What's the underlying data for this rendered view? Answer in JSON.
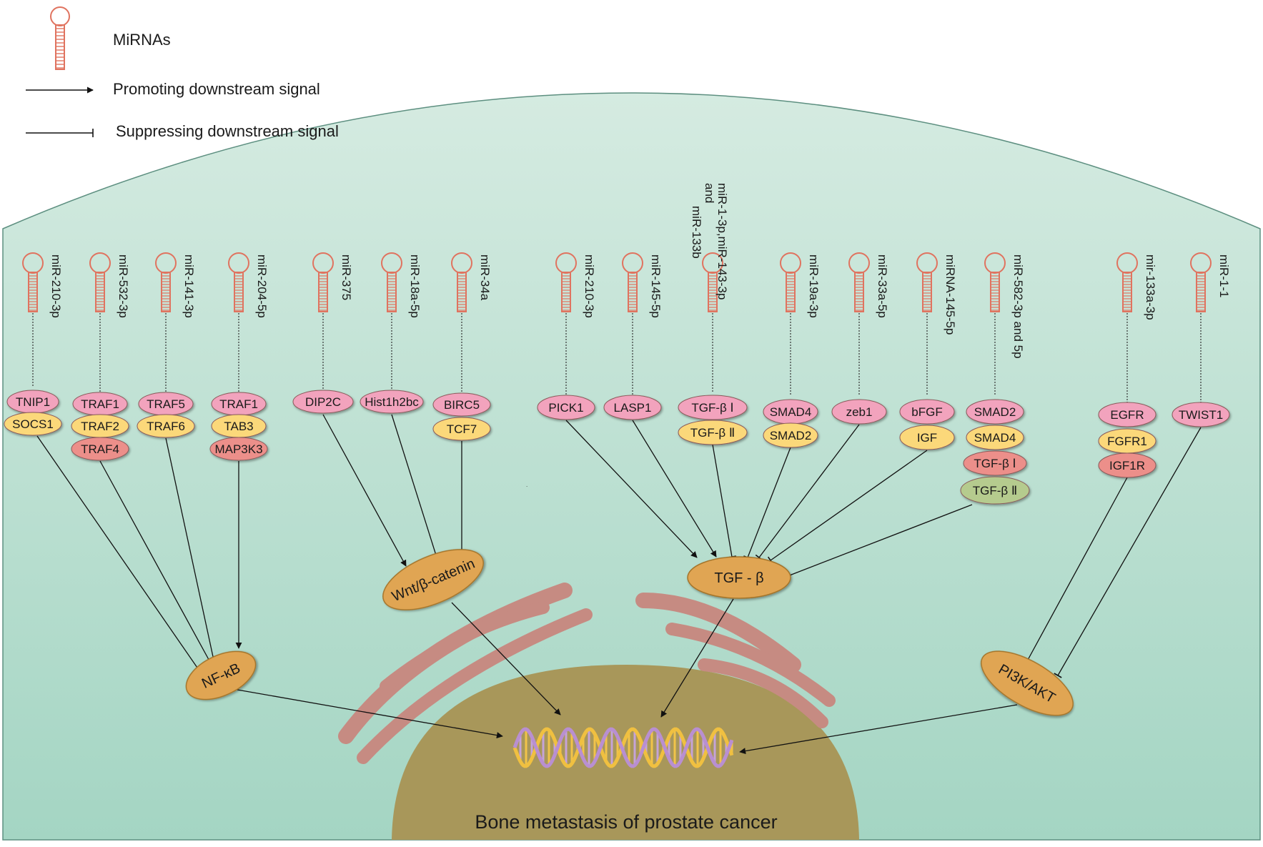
{
  "legend": {
    "mirna": "MiRNAs",
    "promote": "Promoting downstream signal",
    "suppress": "Suppressing downstream signal"
  },
  "colors": {
    "cell_top": "#d5ebe1",
    "cell_bottom": "#a4d5c3",
    "nucleus": "#a8975a",
    "pathway": "#e0a552",
    "pink": "#f2a3bd",
    "yellow": "#fbd87a",
    "red": "#ec8f8a",
    "green": "#b5cb8e",
    "hairpin": "#e0735f",
    "er": "#e9b5ac"
  },
  "nucleus_label": "Bone metastasis of prostate cancer",
  "pathways": [
    {
      "id": "nfkb",
      "label": "NF-κB"
    },
    {
      "id": "wnt",
      "label": "Wnt/β-catenin"
    },
    {
      "id": "tgfb",
      "label": "TGF - β"
    },
    {
      "id": "pi3k",
      "label": "PI3K/AKT"
    }
  ],
  "mirnas": [
    {
      "id": "m1",
      "label": "miR-210-3p"
    },
    {
      "id": "m2",
      "label": "miR-532-3p"
    },
    {
      "id": "m3",
      "label": "miR-141-3p"
    },
    {
      "id": "m4",
      "label": "miR-204-5p"
    },
    {
      "id": "m5",
      "label": "miR-375"
    },
    {
      "id": "m6",
      "label": "miR-18a-5p"
    },
    {
      "id": "m7",
      "label": "miR-34a"
    },
    {
      "id": "m8",
      "label": "miR-210-3p"
    },
    {
      "id": "m9",
      "label": "miR-145-5p"
    },
    {
      "id": "m10",
      "label": "miR-1-3p,miR-143-3p and miR-133b"
    },
    {
      "id": "m11",
      "label": "miR-19a-3p"
    },
    {
      "id": "m12",
      "label": "miR-33a-5p"
    },
    {
      "id": "m13",
      "label": "miRNA-145-5p"
    },
    {
      "id": "m14",
      "label": "miR-582-3p and 5p"
    },
    {
      "id": "m15",
      "label": "mir-133a-3p"
    },
    {
      "id": "m16",
      "label": "miR-1-1"
    }
  ],
  "targets": [
    {
      "label": "TNIP1",
      "color": "pink"
    },
    {
      "label": "SOCS1",
      "color": "yellow"
    },
    {
      "label": "TRAF1",
      "color": "pink"
    },
    {
      "label": "TRAF2",
      "color": "yellow"
    },
    {
      "label": "TRAF4",
      "color": "red"
    },
    {
      "label": "TRAF5",
      "color": "pink"
    },
    {
      "label": "TRAF6",
      "color": "yellow"
    },
    {
      "label": "TRAF1",
      "color": "pink"
    },
    {
      "label": "TAB3",
      "color": "yellow"
    },
    {
      "label": "MAP3K3",
      "color": "red"
    },
    {
      "label": "DIP2C",
      "color": "pink"
    },
    {
      "label": "Hist1h2bc",
      "color": "pink"
    },
    {
      "label": "BIRC5",
      "color": "pink"
    },
    {
      "label": "TCF7",
      "color": "yellow"
    },
    {
      "label": "PICK1",
      "color": "pink"
    },
    {
      "label": "LASP1",
      "color": "pink"
    },
    {
      "label": "TGF-β Ⅰ",
      "color": "pink"
    },
    {
      "label": "TGF-β Ⅱ",
      "color": "yellow"
    },
    {
      "label": "SMAD4",
      "color": "pink"
    },
    {
      "label": "SMAD2",
      "color": "yellow"
    },
    {
      "label": "zeb1",
      "color": "pink"
    },
    {
      "label": "bFGF",
      "color": "pink"
    },
    {
      "label": "IGF",
      "color": "yellow"
    },
    {
      "label": "SMAD2",
      "color": "pink"
    },
    {
      "label": "SMAD4",
      "color": "yellow"
    },
    {
      "label": "TGF-β Ⅰ",
      "color": "red"
    },
    {
      "label": "TGF-β Ⅱ",
      "color": "green"
    },
    {
      "label": "EGFR",
      "color": "pink"
    },
    {
      "label": "FGFR1",
      "color": "yellow"
    },
    {
      "label": "IGF1R",
      "color": "red"
    },
    {
      "label": "TWIST1",
      "color": "pink"
    }
  ]
}
